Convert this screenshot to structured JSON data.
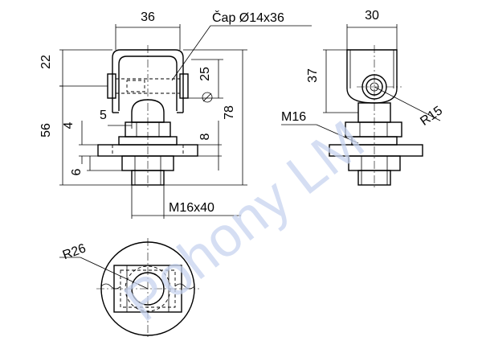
{
  "watermark": "Pohony LM",
  "labels": {
    "width_36": "36",
    "pin_spec": "Čap Ø14x36",
    "width_30": "30",
    "dim_22": "22",
    "dim_25": "25",
    "dim_37": "37",
    "dim_5": "5",
    "dim_78": "78",
    "dim_4": "4",
    "dim_56": "56",
    "dim_8": "8",
    "dim_6": "6",
    "thread_length": "M16x40",
    "thread_side": "M16",
    "radius_15": "R15",
    "radius_26": "R26"
  }
}
